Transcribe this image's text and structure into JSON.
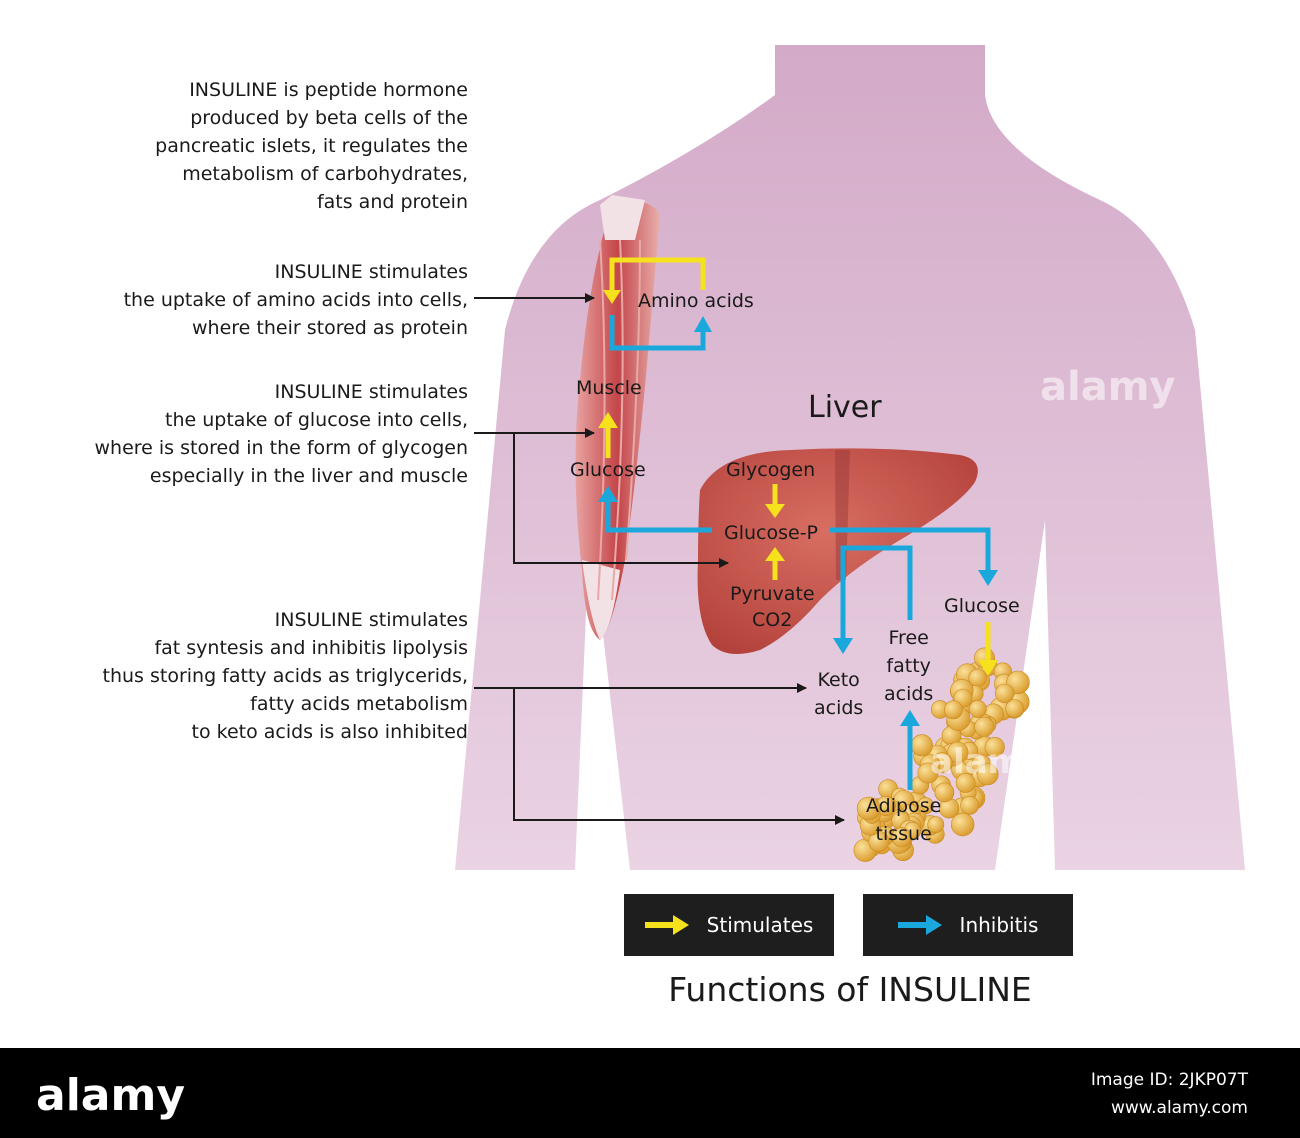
{
  "notes": [
    "INSULINE is peptide hormone\nproduced by beta cells of the\npancreatic islets, it regulates the\nmetabolism of carbohydrates,\nfats and protein",
    "INSULINE stimulates\nthe uptake of amino acids into cells,\nwhere their stored as protein",
    "INSULINE stimulates\nthe uptake of glucose into cells,\nwhere is stored in the form of glycogen\nespecially in the liver and muscle",
    "INSULINE stimulates\nfat syntesis and inhibitis lipolysis\nthus storing fatty acids as triglycerids,\nfatty acids metabolism\nto keto acids is also inhibited"
  ],
  "labels": {
    "amino_acids": "Amino acids",
    "muscle": "Muscle",
    "glucose_muscle": "Glucose",
    "liver": "Liver",
    "glycogen": "Glycogen",
    "glucose_p": "Glucose-P",
    "pyruvate": "Pyruvate",
    "co2": "CO2",
    "glucose_adipose": "Glucose",
    "free_fatty_acids": "Free\nfatty\nacids",
    "keto_acids": "Keto\nacids",
    "adipose_tissue": "Adipose\ntissue"
  },
  "legend": {
    "stimulates": "Stimulates",
    "inhibits": "Inhibitis"
  },
  "colors": {
    "stimulates": "#f5e11c",
    "inhibits": "#1aa8dc",
    "body": "#d9b3cf",
    "liver": "#c9524a",
    "adipose": "#e9b43e",
    "muscle": "#c85a5a"
  },
  "title": "Functions of INSULINE",
  "footer": {
    "brand": "alamy",
    "image_id": "Image ID: 2JKP07T",
    "site": "www.alamy.com"
  },
  "watermark": "alamy"
}
